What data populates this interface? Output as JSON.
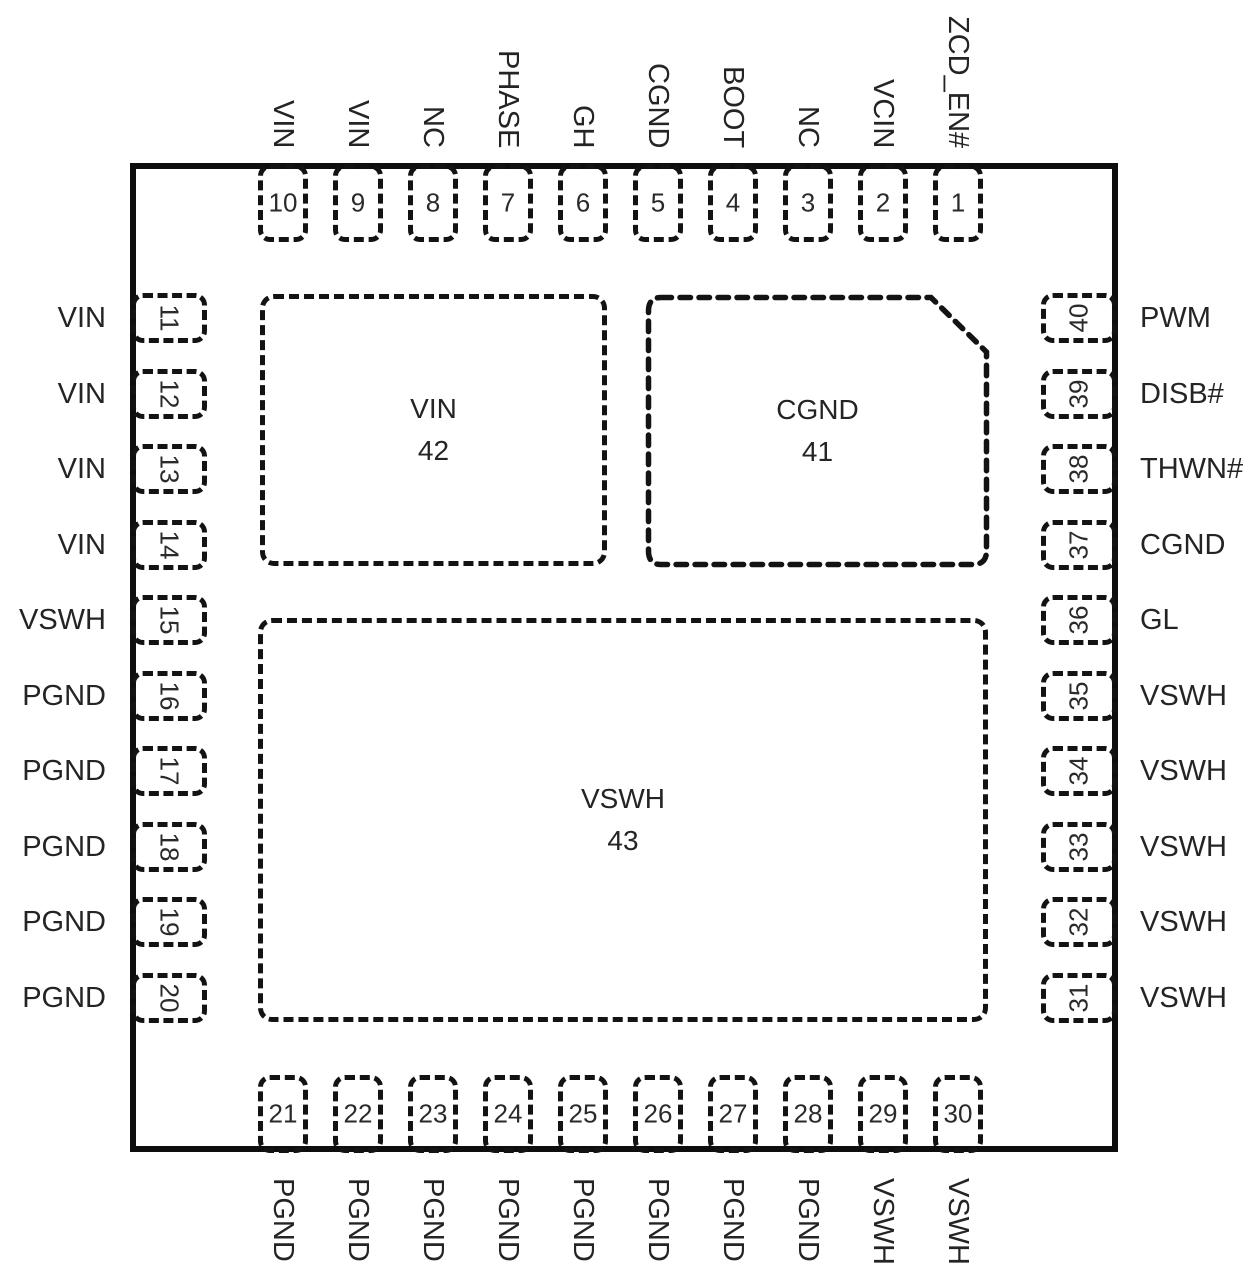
{
  "colors": {
    "background": "#ffffff",
    "ink": "#242424",
    "line": "#131313"
  },
  "chip": {
    "center_pads": [
      {
        "name": "VIN",
        "number": "42"
      },
      {
        "name": "CGND",
        "number": "41"
      },
      {
        "name": "VSWH",
        "number": "43"
      }
    ],
    "pins": {
      "top": [
        {
          "num": "10",
          "label": "VIN"
        },
        {
          "num": "9",
          "label": "VIN"
        },
        {
          "num": "8",
          "label": "NC"
        },
        {
          "num": "7",
          "label": "PHASE"
        },
        {
          "num": "6",
          "label": "GH"
        },
        {
          "num": "5",
          "label": "CGND"
        },
        {
          "num": "4",
          "label": "BOOT"
        },
        {
          "num": "3",
          "label": "NC"
        },
        {
          "num": "2",
          "label": "VCIN"
        },
        {
          "num": "1",
          "label": "ZCD_EN#"
        }
      ],
      "left": [
        {
          "num": "11",
          "label": "VIN"
        },
        {
          "num": "12",
          "label": "VIN"
        },
        {
          "num": "13",
          "label": "VIN"
        },
        {
          "num": "14",
          "label": "VIN"
        },
        {
          "num": "15",
          "label": "VSWH"
        },
        {
          "num": "16",
          "label": "PGND"
        },
        {
          "num": "17",
          "label": "PGND"
        },
        {
          "num": "18",
          "label": "PGND"
        },
        {
          "num": "19",
          "label": "PGND"
        },
        {
          "num": "20",
          "label": "PGND"
        }
      ],
      "right": [
        {
          "num": "40",
          "label": "PWM"
        },
        {
          "num": "39",
          "label": "DISB#"
        },
        {
          "num": "38",
          "label": "THWN#"
        },
        {
          "num": "37",
          "label": "CGND"
        },
        {
          "num": "36",
          "label": "GL"
        },
        {
          "num": "35",
          "label": "VSWH"
        },
        {
          "num": "34",
          "label": "VSWH"
        },
        {
          "num": "33",
          "label": "VSWH"
        },
        {
          "num": "32",
          "label": "VSWH"
        },
        {
          "num": "31",
          "label": "VSWH"
        }
      ],
      "bottom": [
        {
          "num": "21",
          "label": "PGND"
        },
        {
          "num": "22",
          "label": "PGND"
        },
        {
          "num": "23",
          "label": "PGND"
        },
        {
          "num": "24",
          "label": "PGND"
        },
        {
          "num": "25",
          "label": "PGND"
        },
        {
          "num": "26",
          "label": "PGND"
        },
        {
          "num": "27",
          "label": "PGND"
        },
        {
          "num": "28",
          "label": "PGND"
        },
        {
          "num": "29",
          "label": "VSWH"
        },
        {
          "num": "30",
          "label": "VSWH"
        }
      ]
    }
  }
}
